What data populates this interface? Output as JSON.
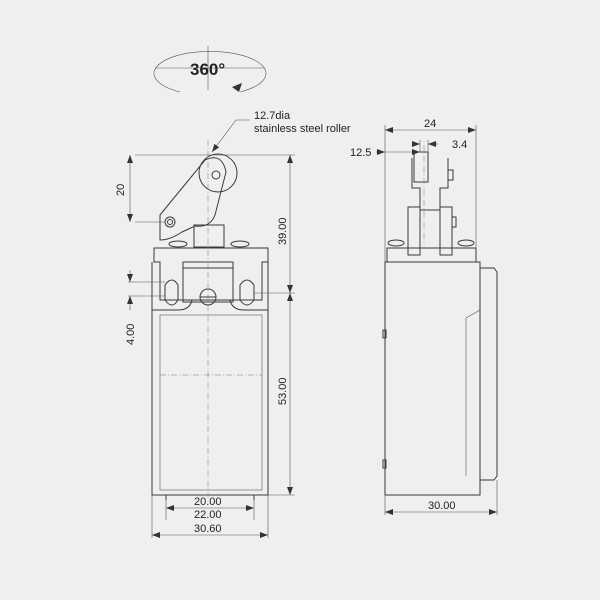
{
  "rotation_label": "360°",
  "roller_note": {
    "line1": "12.7dia",
    "line2": "stainless steel roller"
  },
  "front_view": {
    "dim_lever_height": "20",
    "dim_top_height": "39.00",
    "dim_mount_offset": "4.00",
    "dim_body_height": "53.00",
    "dim_width_inner": "20.00",
    "dim_width_mid": "22.00",
    "dim_width_total": "30.60"
  },
  "side_view": {
    "dim_top_width": "24",
    "dim_offset": "12.5",
    "dim_roller_width": "3.4",
    "dim_depth": "30.00"
  }
}
